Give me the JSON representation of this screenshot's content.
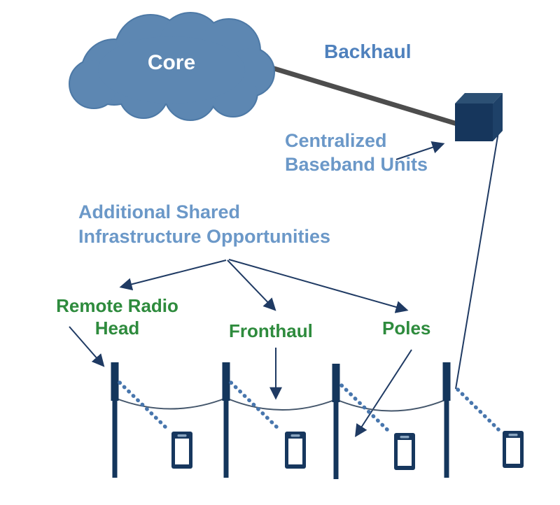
{
  "diagram": {
    "core_label": "Core",
    "backhaul_label": "Backhaul",
    "baseband_label_line1": "Centralized",
    "baseband_label_line2": "Baseband Units",
    "shared_label_line1": "Additional Shared",
    "shared_label_line2": "Infrastructure Opportunities",
    "rrh_label_line1": "Remote Radio",
    "rrh_label_line2": "Head",
    "fronthaul_label": "Fronthaul",
    "poles_label": "Poles"
  },
  "colors": {
    "cloud_fill": "#5d87b2",
    "cloud_outline": "#4d79a6",
    "core_text": "#ffffff",
    "backhaul_text": "#4f81bd",
    "blue_label_text": "#6b98c8",
    "green_label_text": "#2e8b3d",
    "backhaul_line": "#4d4d4d",
    "arrow_line": "#1f3a63",
    "box_front": "#16365c",
    "box_top": "#2c5074",
    "box_right": "#1e4168",
    "pole": "#14365c",
    "wire": "#44566b",
    "dotted_link": "#4876ad",
    "phone_body": "#17375e",
    "phone_speaker": "#8aa5c0"
  }
}
